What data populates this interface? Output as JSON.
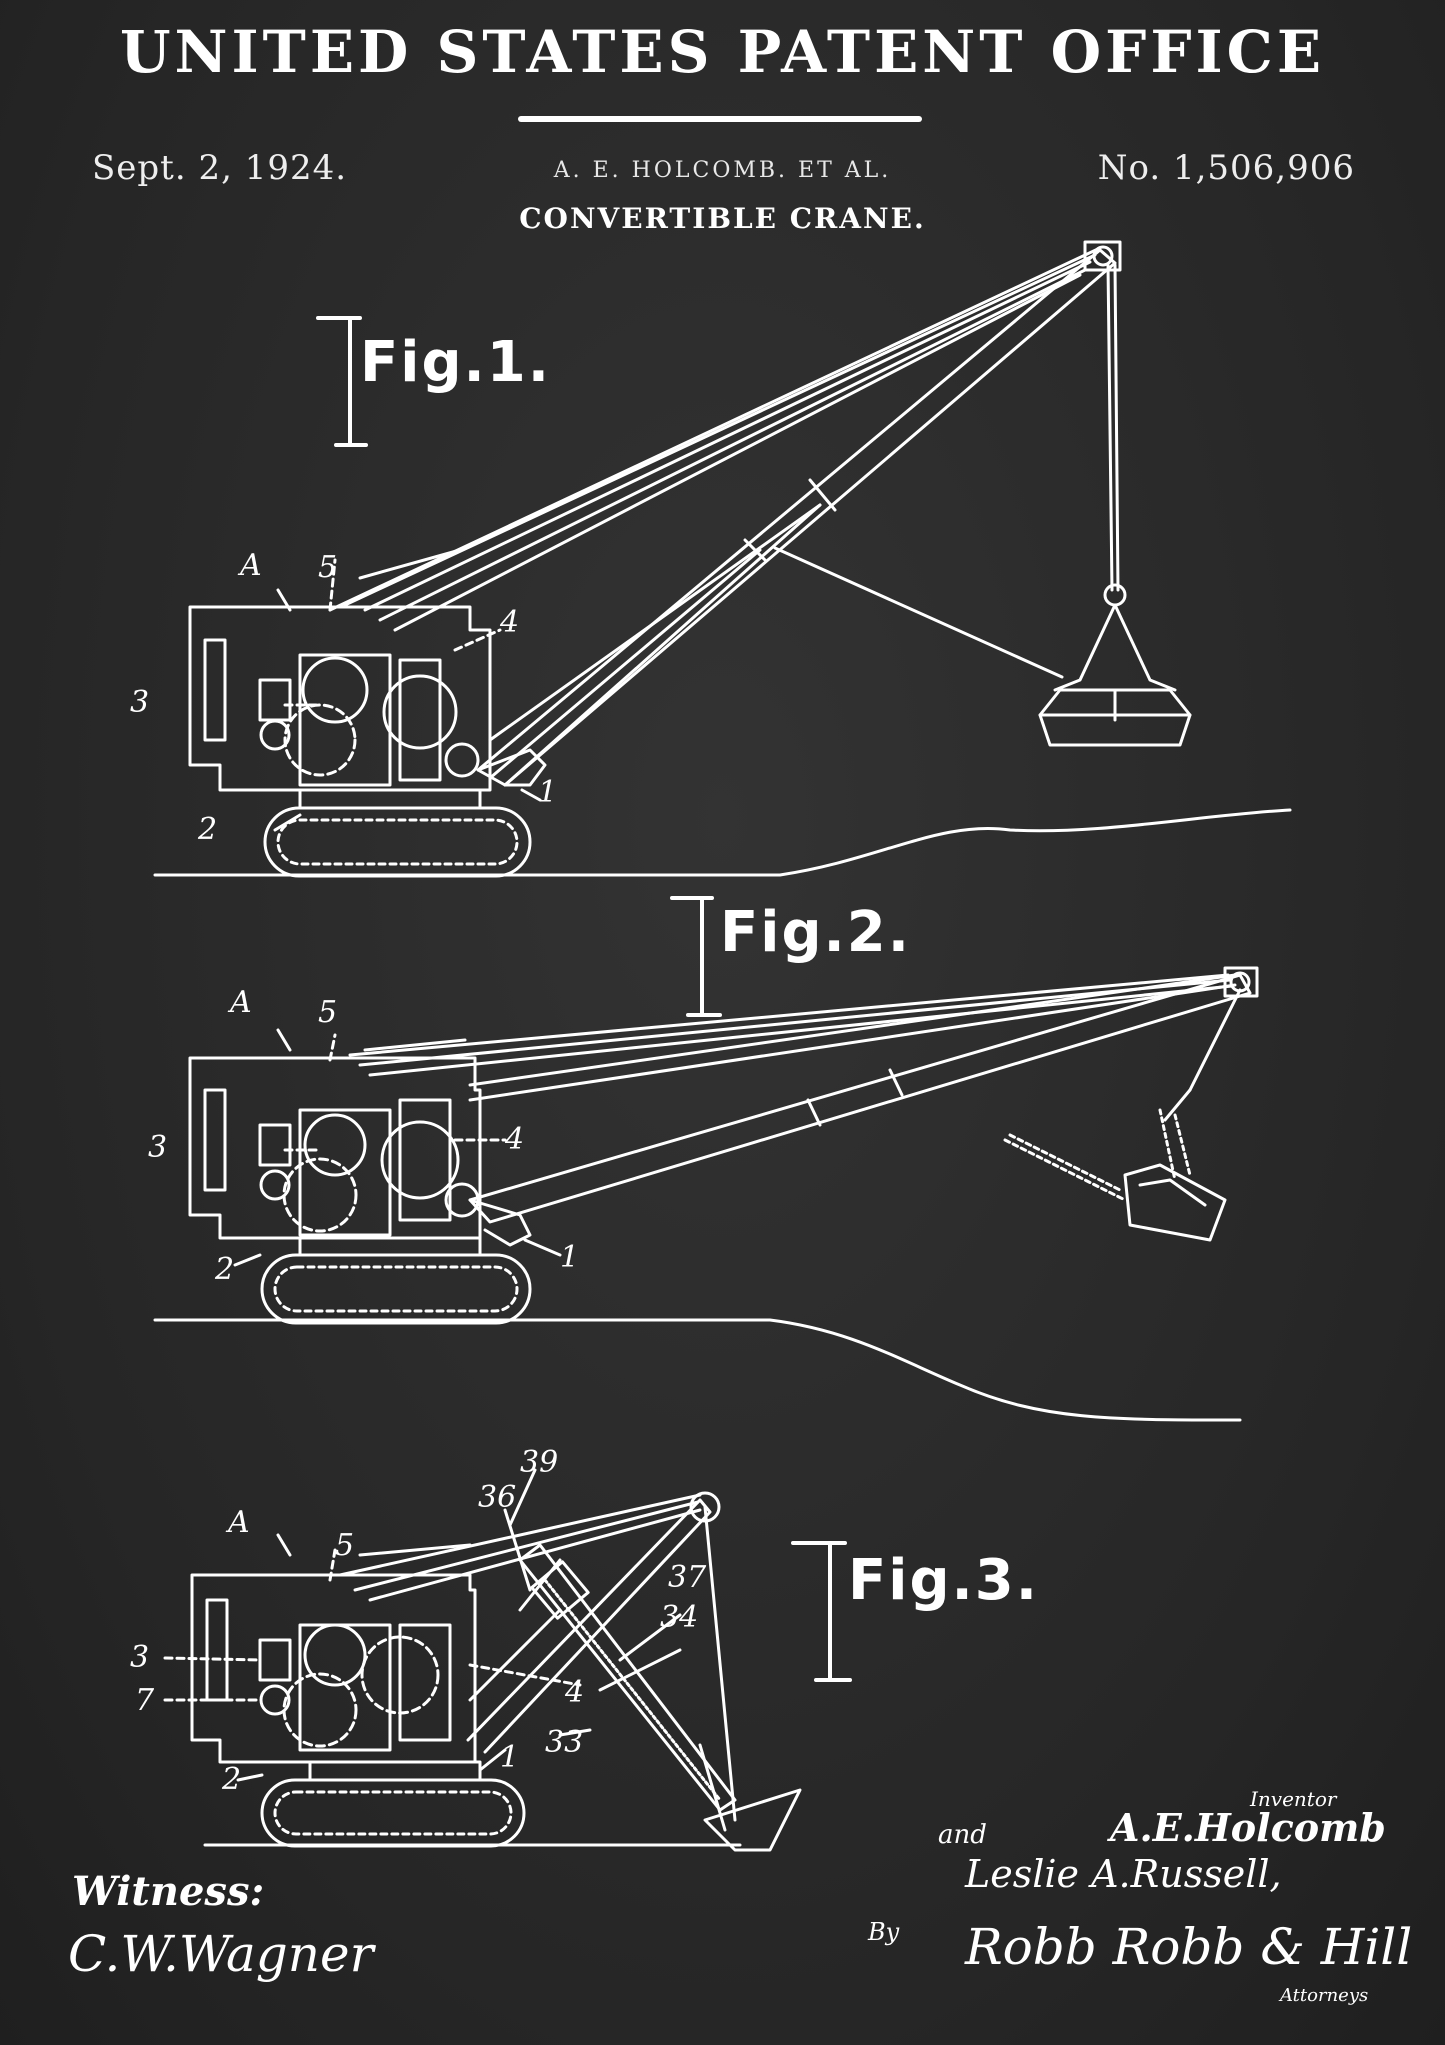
{
  "header": {
    "title": "UNITED STATES PATENT OFFICE",
    "date": "Sept. 2, 1924.",
    "inventors": "A. E. HOLCOMB. ET AL.",
    "number": "No. 1,506,906",
    "subject": "CONVERTIBLE CRANE."
  },
  "figures": {
    "fig1": "Fig.1.",
    "fig2": "Fig.2.",
    "fig3": "Fig.3."
  },
  "refs": {
    "a": "A",
    "n1": "1",
    "n2": "2",
    "n3": "3",
    "n4": "4",
    "n5": "5",
    "n7": "7",
    "n33": "33",
    "n34": "34",
    "n36": "36",
    "n37": "37",
    "n39": "39"
  },
  "signatures": {
    "witness_label": "Witness:",
    "witness_name": "C.W.Wagner",
    "inventor_label": "Inventor",
    "and": "and",
    "inventor1": "A.E.Holcomb",
    "inventor2": "Leslie A.Russell,",
    "by": "By",
    "attorney_name": "Robb Robb & Hill",
    "attorneys_label": "Attorneys"
  },
  "colors": {
    "background": "#2a2a2a",
    "ink": "#ffffff"
  }
}
